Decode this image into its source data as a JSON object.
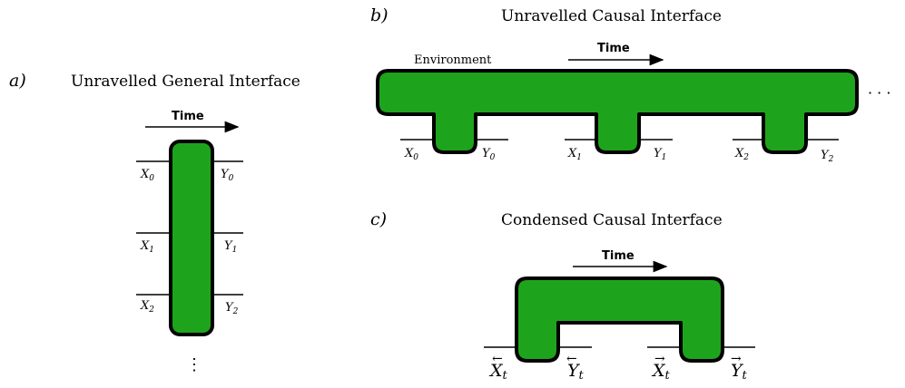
{
  "panel_a": {
    "label": "a)",
    "title": "Unravelled General Interface",
    "time_label": "Time",
    "inputs": [
      "X",
      "X",
      "X"
    ],
    "outputs": [
      "Y",
      "Y",
      "Y"
    ],
    "subs": [
      "0",
      "1",
      "2"
    ],
    "continuation": "⋮"
  },
  "panel_b": {
    "label": "b)",
    "title": "Unravelled Causal Interface",
    "time_label": "Time",
    "environment_label": "Environment",
    "inputs": [
      "X",
      "X",
      "X"
    ],
    "outputs": [
      "Y",
      "Y",
      "Y"
    ],
    "subs": [
      "0",
      "1",
      "2"
    ],
    "continuation": "· · ·"
  },
  "panel_c": {
    "label": "c)",
    "title": "Condensed Causal Interface",
    "time_label": "Time",
    "wire_labels": [
      "X",
      "Y",
      "X",
      "Y"
    ],
    "wire_sub": "t",
    "arrow_glyphs": [
      "←",
      "←",
      "→",
      "→"
    ]
  },
  "colors": {
    "block_fill": "#1ea41c",
    "stroke": "#000000"
  }
}
